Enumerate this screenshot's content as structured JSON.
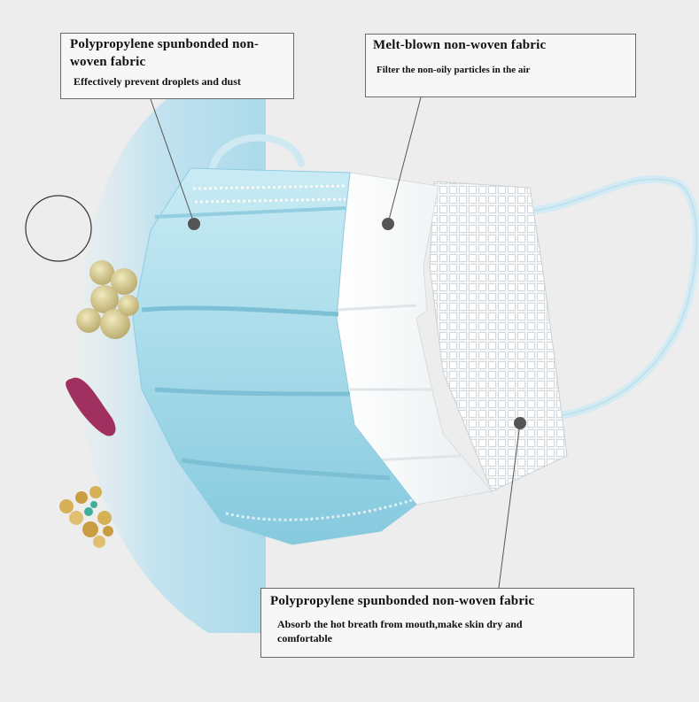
{
  "callouts": [
    {
      "title": "Polypropylene spunbonded non-woven fabric",
      "description": "Effectively prevent droplets  and dust"
    },
    {
      "title": "Melt-blown non-woven fabric",
      "description": "Filter the non-oily particles in the air"
    },
    {
      "title": "Polypropylene spunbonded non-woven fabric",
      "description": "Absorb the hot breath from mouth,make skin dry and comfortable"
    }
  ],
  "colors": {
    "background": "#ededed",
    "mask_outer": "#a9dcea",
    "mask_shadow": "#7ec2d6",
    "ear_loop": "#cfe9f3",
    "shield": "#bfe3f1",
    "leader_line": "#555555",
    "marker_dot": "#555555",
    "pollen": "#d3c793",
    "bacteria": "#a0305f",
    "particles": "#d6b057"
  },
  "icons": [
    "particle-circle-icon",
    "pollen-cluster-icon",
    "bacteria-icon",
    "dust-particles-icon"
  ]
}
